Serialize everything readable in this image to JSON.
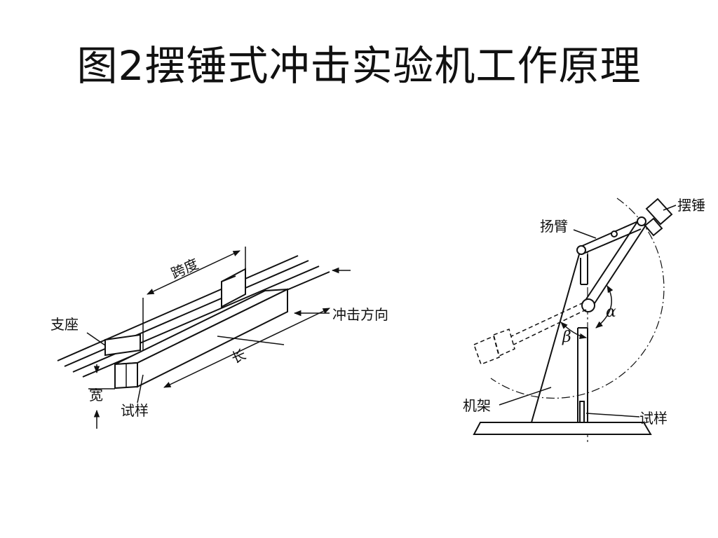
{
  "slide": {
    "title": "图2摆锤式冲击实验机工作原理"
  },
  "specimen_figure": {
    "labels": {
      "support": "支座",
      "span": "跨度",
      "impact_direction": "冲击方向",
      "length": "长",
      "width": "宽",
      "specimen": "试样"
    }
  },
  "machine_figure": {
    "labels": {
      "pendulum": "摆锤",
      "raised_arm": "扬臂",
      "frame": "机架",
      "specimen": "试样",
      "alpha": "α",
      "beta": "β"
    }
  }
}
